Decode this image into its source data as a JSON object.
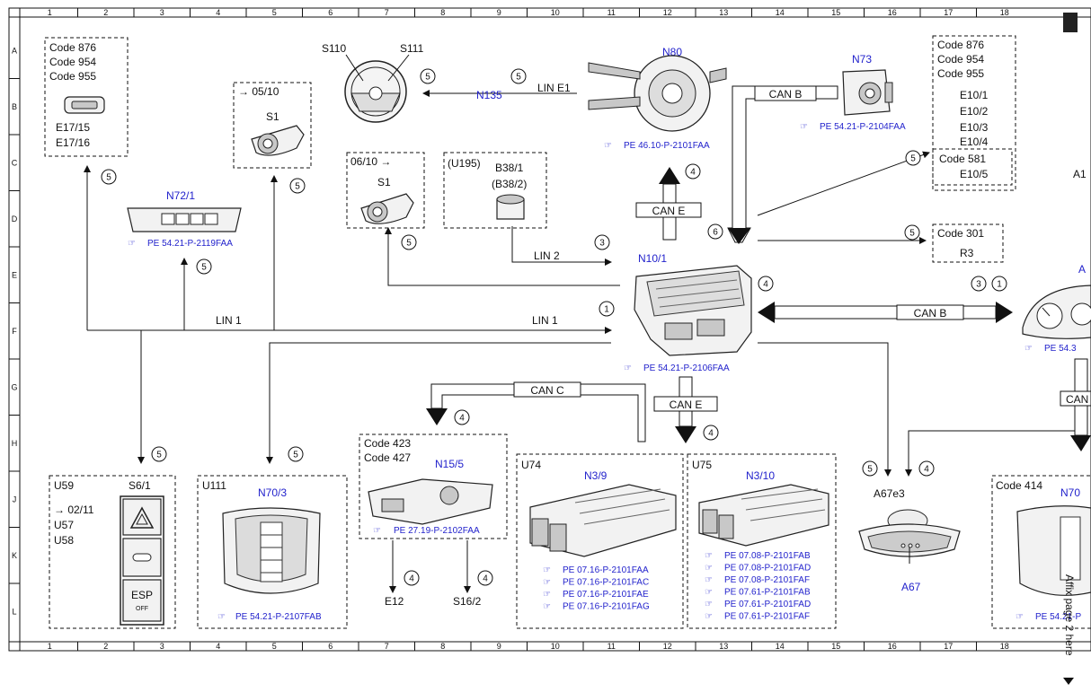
{
  "grid": {
    "cols": [
      "1",
      "2",
      "3",
      "4",
      "5",
      "6",
      "7",
      "8",
      "9",
      "10",
      "11",
      "12",
      "13",
      "14",
      "15",
      "16",
      "17",
      "18"
    ],
    "rows": [
      "A",
      "B",
      "C",
      "D",
      "E",
      "F",
      "G",
      "H",
      "J",
      "K",
      "L"
    ]
  },
  "boxes": {
    "code876_left": {
      "codes": [
        "Code 876",
        "Code 954",
        "Code 955"
      ],
      "parts": [
        "E17/15",
        "E17/16"
      ]
    },
    "s1_top": {
      "note": "→ 05/10",
      "part": "S1"
    },
    "s1_mid": {
      "note": "06/10 →",
      "part": "S1"
    },
    "u195": {
      "title": "(U195)",
      "part": "B38/1",
      "alt": "(B38/2)"
    },
    "code876_right": {
      "codes": [
        "Code 876",
        "Code 954",
        "Code 955"
      ],
      "parts": [
        "E10/1",
        "E10/2",
        "E10/3",
        "E10/4"
      ]
    },
    "code581": {
      "code": "Code 581",
      "part": "E10/5"
    },
    "code301": {
      "code": "Code 301",
      "part": "R3"
    },
    "u59": {
      "lines": [
        "U59",
        "→ 02/11",
        "U57",
        "U58"
      ],
      "part": "S6/1",
      "esp": "ESP",
      "off": "OFF"
    },
    "u111": {
      "title": "U111",
      "part": "N70/3",
      "ref": "PE 54.21-P-2107FAB"
    },
    "code423": {
      "codes": [
        "Code 423",
        "Code 427"
      ],
      "part": "N15/5",
      "ref": "PE 27.19-P-2102FAA"
    },
    "u74": {
      "title": "U74",
      "part": "N3/9",
      "refs": [
        "PE 07.16-P-2101FAA",
        "PE 07.16-P-2101FAC",
        "PE 07.16-P-2101FAE",
        "PE 07.16-P-2101FAG"
      ]
    },
    "u75": {
      "title": "U75",
      "part": "N3/10",
      "refs": [
        "PE 07.08-P-2101FAB",
        "PE 07.08-P-2101FAD",
        "PE 07.08-P-2101FAF",
        "PE 07.61-P-2101FAB",
        "PE 07.61-P-2101FAD",
        "PE 07.61-P-2101FAF"
      ]
    },
    "code414": {
      "code": "Code 414",
      "part": "N70",
      "ref": "PE 54.21-P"
    }
  },
  "components": {
    "s110": "S110",
    "s111": "S111",
    "n135": "N135",
    "n80": "N80",
    "n80_ref": "PE 46.10-P-2101FAA",
    "n73": "N73",
    "n73_ref": "PE 54.21-P-2104FAA",
    "n72": "N72/1",
    "n72_ref": "PE 54.21-P-2119FAA",
    "n10": "N10/1",
    "n10_ref": "PE 54.21-P-2106FAA",
    "a67e3": "A67e3",
    "a67": "A67",
    "e12": "E12",
    "s162": "S16/2",
    "right_partial_a": "A1",
    "right_partial_b": "A",
    "right_ref": "PE 54.3",
    "right_can": "CAN"
  },
  "buses": {
    "lin_e1": "LIN E1",
    "can_b_top": "CAN B",
    "can_e_up": "CAN E",
    "lin2": "LIN 2",
    "lin1_left": "LIN 1",
    "lin1_right": "LIN 1",
    "can_b_right": "CAN B",
    "can_c": "CAN C",
    "can_e_down": "CAN E"
  },
  "circles": [
    "5",
    "5",
    "4",
    "6",
    "5",
    "5",
    "5",
    "5",
    "3",
    "4",
    "3",
    "1",
    "1",
    "5",
    "4",
    "4",
    "5",
    "5",
    "4",
    "4",
    "4",
    "5",
    "5"
  ],
  "side_note": "Affix page 2 here"
}
